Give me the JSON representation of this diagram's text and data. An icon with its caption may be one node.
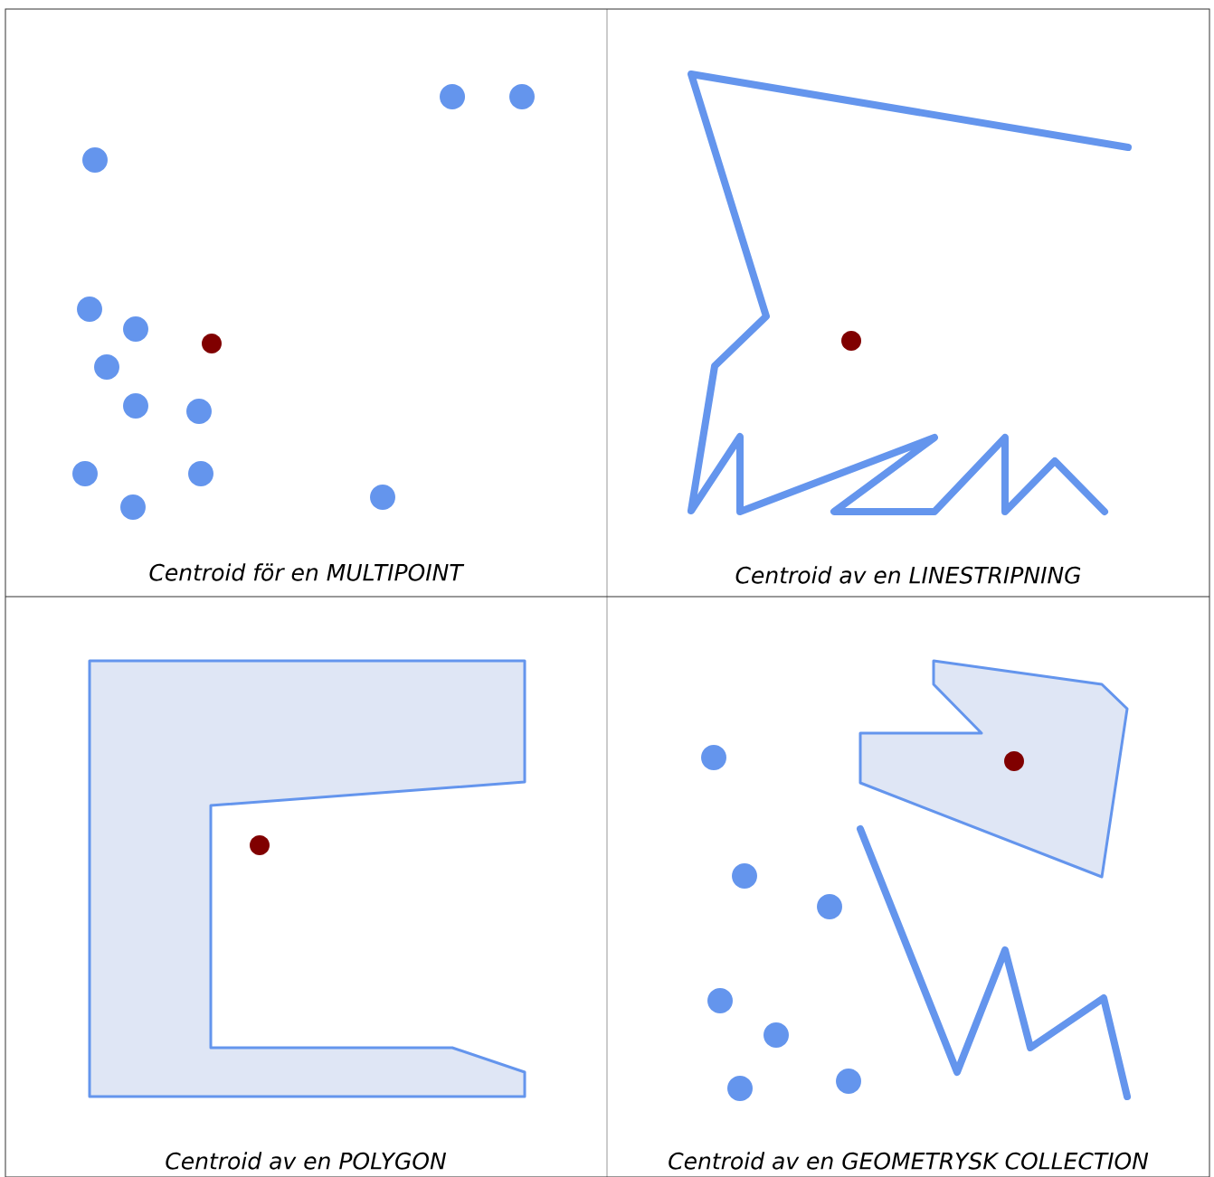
{
  "diagram": {
    "labels": [
      "Centroid för en MULTIPOINT",
      "Centroid av en LINESTRIPNING",
      "Centroid av en POLYGON",
      "Centroid av en GEOMETRYSK COLLECTION"
    ]
  }
}
